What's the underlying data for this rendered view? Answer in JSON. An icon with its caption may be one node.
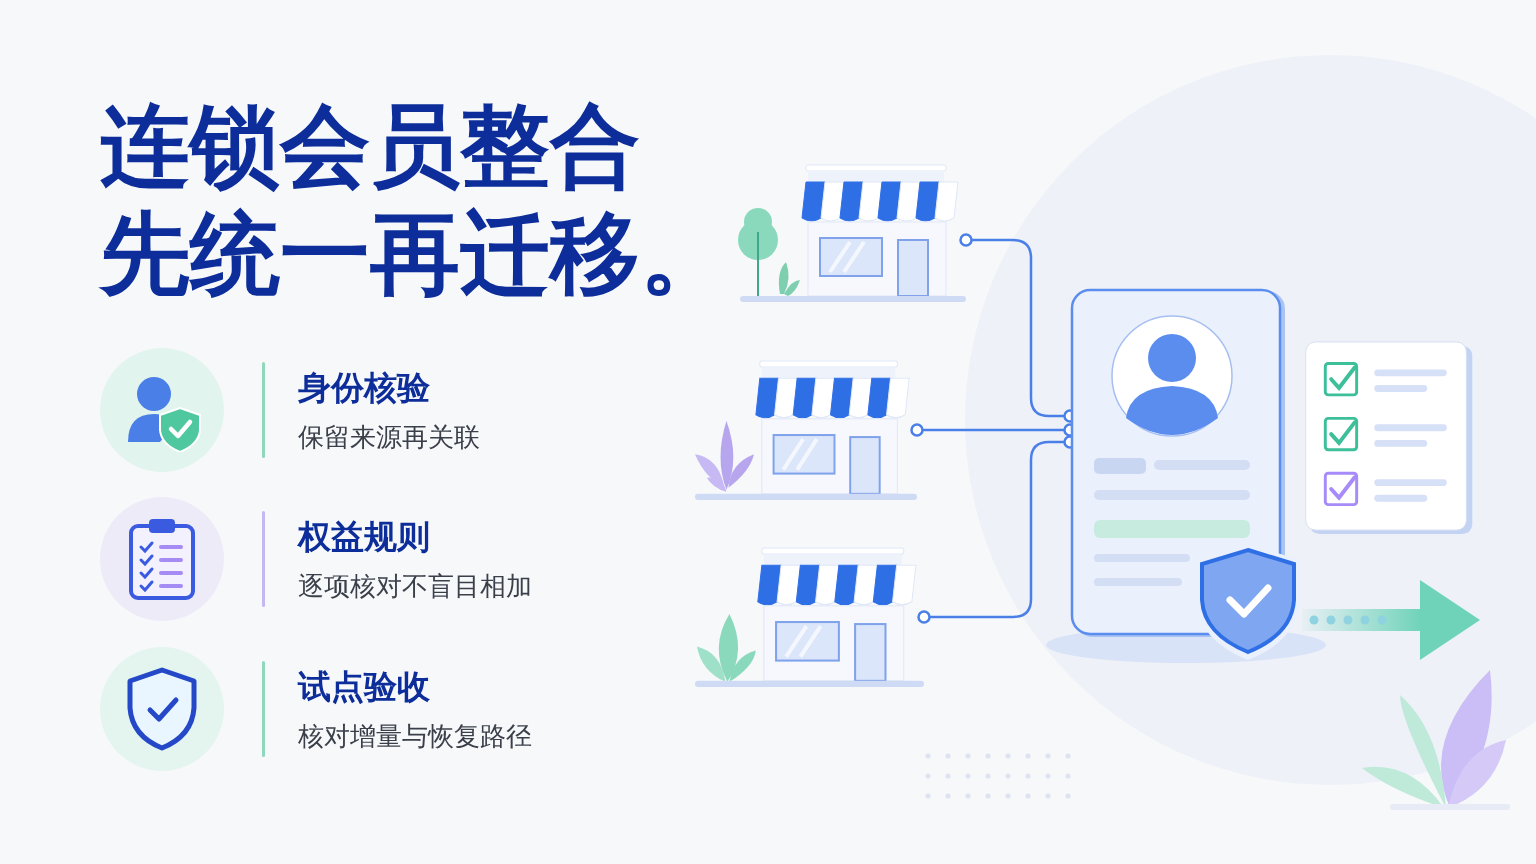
{
  "diagram": {
    "title": "连锁会员整合先统一再迁移。",
    "nodes": [
      {
        "text": [],
        "shape": "picture"
      },
      {
        "text": [],
        "shape": "picture"
      },
      {
        "text": [],
        "shape": "picture"
      },
      {
        "text": [],
        "shape": "picture"
      },
      {
        "text": [],
        "shape": "picture"
      }
    ],
    "edges": [
      {
        "from": 0,
        "to": 3,
        "arrow": "other"
      },
      {
        "from": 1,
        "to": 3,
        "arrow": "other"
      },
      {
        "from": 2,
        "to": 3,
        "arrow": "other"
      },
      {
        "from": 3,
        "to": 4,
        "arrow": "to",
        "style": "thick",
        "color": "#6fd3b9"
      }
    ],
    "labels": [
      "身份核验",
      "保留来源再关联",
      "权益规则",
      "逐项核对不盲目相加",
      "试点验收",
      "核对增量与恢复路径"
    ]
  }
}
